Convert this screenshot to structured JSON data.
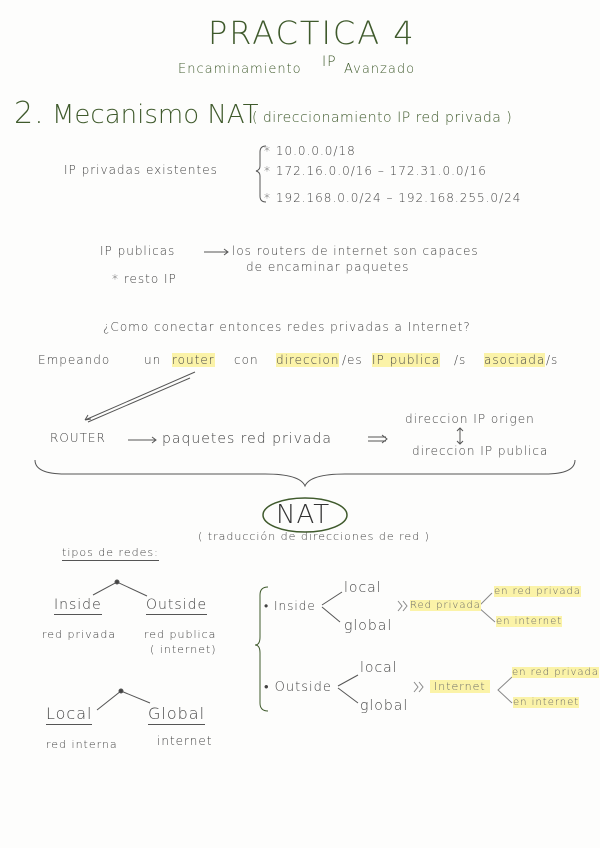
{
  "title": "PRACTICA 4",
  "subtitle": {
    "a": "Encaminamiento",
    "b": "IP",
    "c": "Avanzado"
  },
  "section": {
    "number": "2.",
    "title": "Mecanismo NAT",
    "paren": "( direccionamiento IP red privada )"
  },
  "private_ips": {
    "label": "IP privadas existentes",
    "items": [
      "* 10.0.0.0/18",
      "* 172.16.0.0/16 – 172.31.0.0/16",
      "* 192.168.0.0/24 – 192.168.255.0/24"
    ]
  },
  "public_ips": {
    "label": "IP publicas",
    "desc1": "los routers de internet son capaces",
    "desc2": "de encaminar paquetes",
    "note": "* resto IP"
  },
  "question": "¿Como conectar entonces redes privadas a Internet?",
  "answer": {
    "w1": "Empeando",
    "w2": "un",
    "w3": "router",
    "w4": "con",
    "w5": "direccion",
    "w6": "/es",
    "w7": "IP publica",
    "w8": "/s",
    "w9": "asociada",
    "w10": "/s"
  },
  "router_line": {
    "router": "ROUTER",
    "packets": "paquetes red privada",
    "src": "direccion IP origen",
    "dst": "direccion IP publica"
  },
  "nat": {
    "label": "NAT",
    "expansion": "( traducción de direcciones de red )"
  },
  "types": {
    "heading": "tipos de redes:",
    "inside": "Inside",
    "outside": "Outside",
    "inside_desc": "red privada",
    "outside_desc1": "red publica",
    "outside_desc2": "( internet)",
    "local": "Local",
    "global": "Global",
    "local_desc": "red interna",
    "global_desc": "internet"
  },
  "scheme": {
    "inside": "• Inside",
    "outside": "• Outside",
    "local": "local",
    "global": "global",
    "red_privada": "Red privada",
    "internet": "Internet",
    "en_red_privada": "en red privada",
    "en_internet": "en internet"
  }
}
